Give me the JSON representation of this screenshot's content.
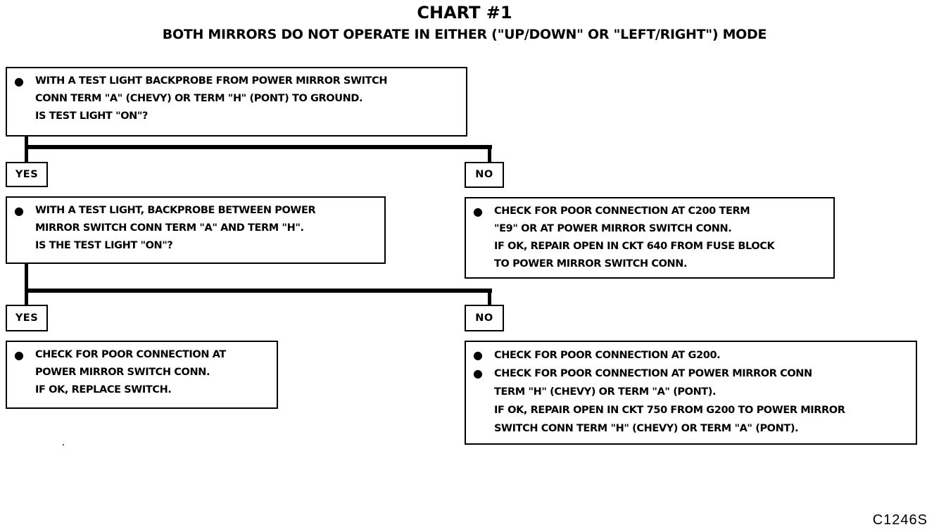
{
  "title": "CHART #1",
  "subtitle": "BOTH MIRRORS DO NOT OPERATE IN EITHER (\"UP/DOWN\" OR \"LEFT/RIGHT\") MODE",
  "figure_code": "C1246S",
  "step1": {
    "line1": "WITH A TEST LIGHT BACKPROBE FROM POWER MIRROR SWITCH",
    "line2": "CONN TERM \"A\" (CHEVY) OR TERM \"H\" (PONT) TO GROUND.",
    "line3": "IS TEST LIGHT \"ON\"?"
  },
  "branch1": {
    "yes_label": "YES",
    "no_label": "NO"
  },
  "step2": {
    "line1": "WITH A TEST LIGHT, BACKPROBE  BETWEEN POWER",
    "line2": "MIRROR SWITCH CONN TERM \"A\" AND TERM \"H\".",
    "line3": "IS THE TEST LIGHT \"ON\"?"
  },
  "no1_action": {
    "line1": "CHECK FOR POOR CONNECTION AT C200 TERM",
    "line2": "\"E9\" OR AT POWER MIRROR SWITCH CONN.",
    "line3": "IF OK, REPAIR OPEN IN CKT 640 FROM FUSE BLOCK",
    "line4": "TO POWER MIRROR SWITCH CONN."
  },
  "branch2": {
    "yes_label": "YES",
    "no_label": "NO"
  },
  "yes2_action": {
    "line1": "CHECK FOR POOR CONNECTION AT",
    "line2": "POWER MIRROR SWITCH CONN.",
    "line3": "IF OK, REPLACE SWITCH."
  },
  "no2_action": {
    "bullet1": "CHECK FOR POOR CONNECTION AT G200.",
    "bullet2_line1": "CHECK FOR POOR CONNECTION AT POWER MIRROR CONN",
    "bullet2_line2": "TERM \"H\" (CHEVY) OR TERM \"A\" (PONT).",
    "line3": "IF OK, REPAIR OPEN IN CKT 750 FROM G200 TO POWER MIRROR",
    "line4": "SWITCH CONN TERM \"H\" (CHEVY) OR TERM \"A\" (PONT)."
  }
}
